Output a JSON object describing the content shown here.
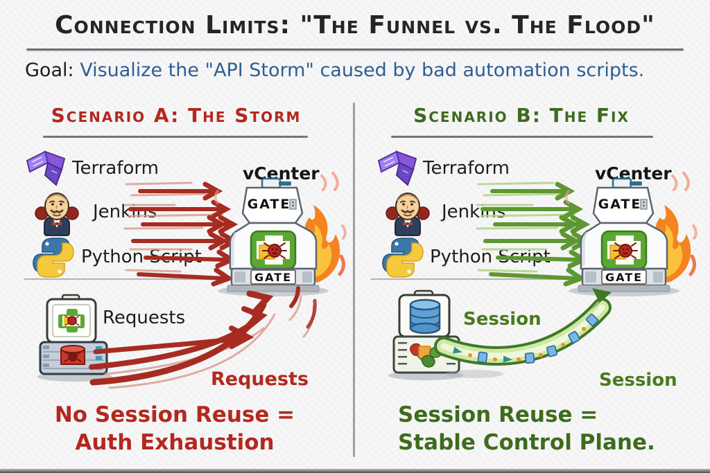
{
  "title": "Connection Limits: \"The Funnel vs. The Flood\"",
  "goal": {
    "label": "Goal:",
    "text": "Visualize the \"API Storm\" caused by bad automation scripts."
  },
  "scenario_a": {
    "header": "Scenario A: The Storm",
    "sources": {
      "terraform": "Terraform",
      "jenkins": "Jenkins",
      "python": "Python Script"
    },
    "vcenter_label": "vCenter",
    "gate_top": "GATE",
    "gate_bottom": "GATE",
    "requests_label": "Requests",
    "requests_label_red": "Requests",
    "caption_line1": "No Session Reuse =",
    "caption_line2": "Auth Exhaustion"
  },
  "scenario_b": {
    "header": "Scenario B: The Fix",
    "sources": {
      "terraform": "Terraform",
      "jenkins": "Jenkins",
      "python": "Python Script"
    },
    "vcenter_label": "vCenter",
    "gate_top": "GATE",
    "gate_bottom": "GATE",
    "session_label": "Session",
    "session_label_green": "Session",
    "caption_line1": "Session Reuse =",
    "caption_line2": "Stable Control Plane."
  },
  "colors": {
    "storm_red": "#b3281e",
    "arrow_red": "#a62c21",
    "fix_green": "#3e6b1c",
    "arrow_green": "#5d9732",
    "goal_blue": "#2e5e92",
    "ink": "#1c1c1c"
  }
}
